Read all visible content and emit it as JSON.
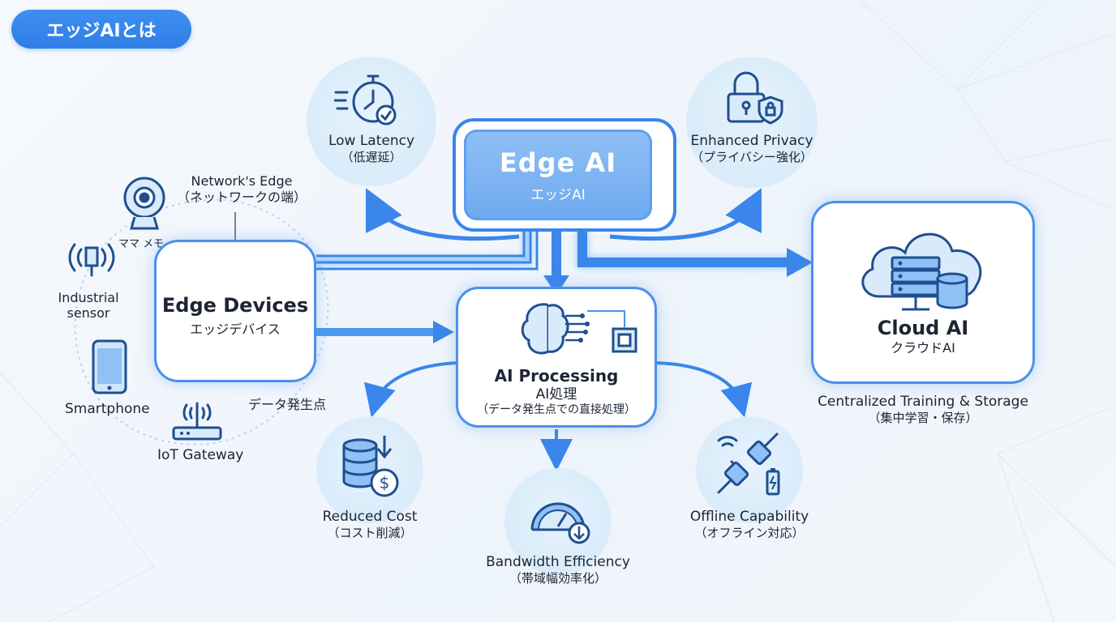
{
  "title": "エッジAIとは",
  "center": {
    "en": "Edge AI",
    "jp": "エッジAI"
  },
  "benefits_top": [
    {
      "en": "Low Latency",
      "jp": "（低遅延）"
    },
    {
      "en": "Enhanced Privacy",
      "jp": "（プライバシー強化）"
    }
  ],
  "edge_devices": {
    "en": "Edge Devices",
    "jp": "エッジデバイス"
  },
  "network_edge": {
    "en": "Network's Edge",
    "jp": "（ネットワークの端）"
  },
  "device_labels": {
    "camera": "ママ メモ",
    "sensor": "Industrial\nsensor",
    "smartphone": "Smartphone",
    "gateway": "IoT Gateway",
    "data_source": "データ発生点"
  },
  "processing": {
    "en": "AI Processing",
    "jp": "AI処理",
    "note": "（データ発生点での直接処理）"
  },
  "cloud": {
    "en": "Cloud AI",
    "jp": "クラウドAI",
    "caption_en": "Centralized Training & Storage",
    "caption_jp": "（集中学習・保存）"
  },
  "benefits_bottom": [
    {
      "en": "Reduced Cost",
      "jp": "（コスト削減）"
    },
    {
      "en": "Bandwidth Efficiency",
      "jp": "（帯域幅効率化）"
    },
    {
      "en": "Offline Capability",
      "jp": "（オフライン対応）"
    }
  ],
  "colors": {
    "accent": "#3a86ea",
    "icon": "#1f4f8f",
    "glow": "#5fb0ff"
  }
}
